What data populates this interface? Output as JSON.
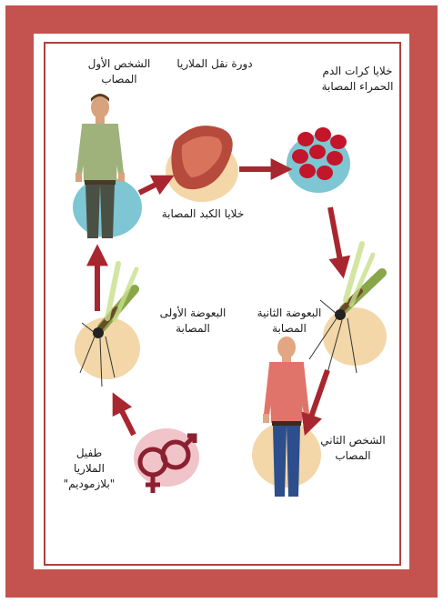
{
  "title": "دورة نقل الملاريا",
  "stages": {
    "first_person": [
      "الشخص الأول",
      "المصاب"
    ],
    "liver": "خلايا الكبد المصابة",
    "rbc": [
      "خلايا كرات الدم",
      "الحمراء المصابة"
    ],
    "mosquito2": [
      "البعوضة الثانية",
      "المصابة"
    ],
    "second_person": [
      "الشخص الثاني",
      "المصاب"
    ],
    "parasite": [
      "طفيل",
      "الملاريا",
      "\"بلازموديم\""
    ],
    "mosquito1": [
      "البعوضة الأولى",
      "المصابة"
    ]
  },
  "colors": {
    "frame": "#c4524e",
    "arrow": "#a8262f",
    "blob_blue": "#7ec6d3",
    "blob_peach": "#f3d7a8",
    "blob_pink": "#f0c4c8",
    "blood": "#c3162a"
  }
}
